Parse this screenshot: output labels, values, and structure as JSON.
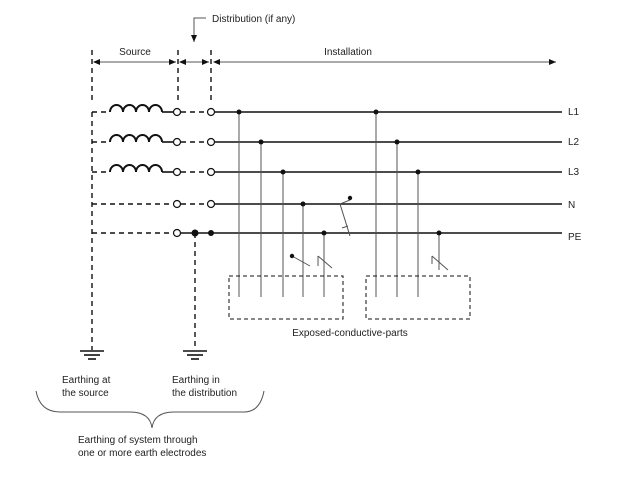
{
  "labels": {
    "distribution": "Distribution (if any)",
    "source": "Source",
    "installation": "Installation",
    "exposed": "Exposed-conductive-parts",
    "earthing_source_1": "Earthing at",
    "earthing_source_2": "the source",
    "earthing_dist_1": "Earthing in",
    "earthing_dist_2": "the distribution",
    "earthing_system_1": "Earthing of system through",
    "earthing_system_2": "one or more earth electrodes"
  },
  "conductors": [
    {
      "id": "L1",
      "label": "L1"
    },
    {
      "id": "L2",
      "label": "L2"
    },
    {
      "id": "L3",
      "label": "L3"
    },
    {
      "id": "N",
      "label": "N"
    },
    {
      "id": "PE",
      "label": "PE"
    }
  ],
  "colors": {
    "line": "#111111",
    "background": "#ffffff"
  }
}
